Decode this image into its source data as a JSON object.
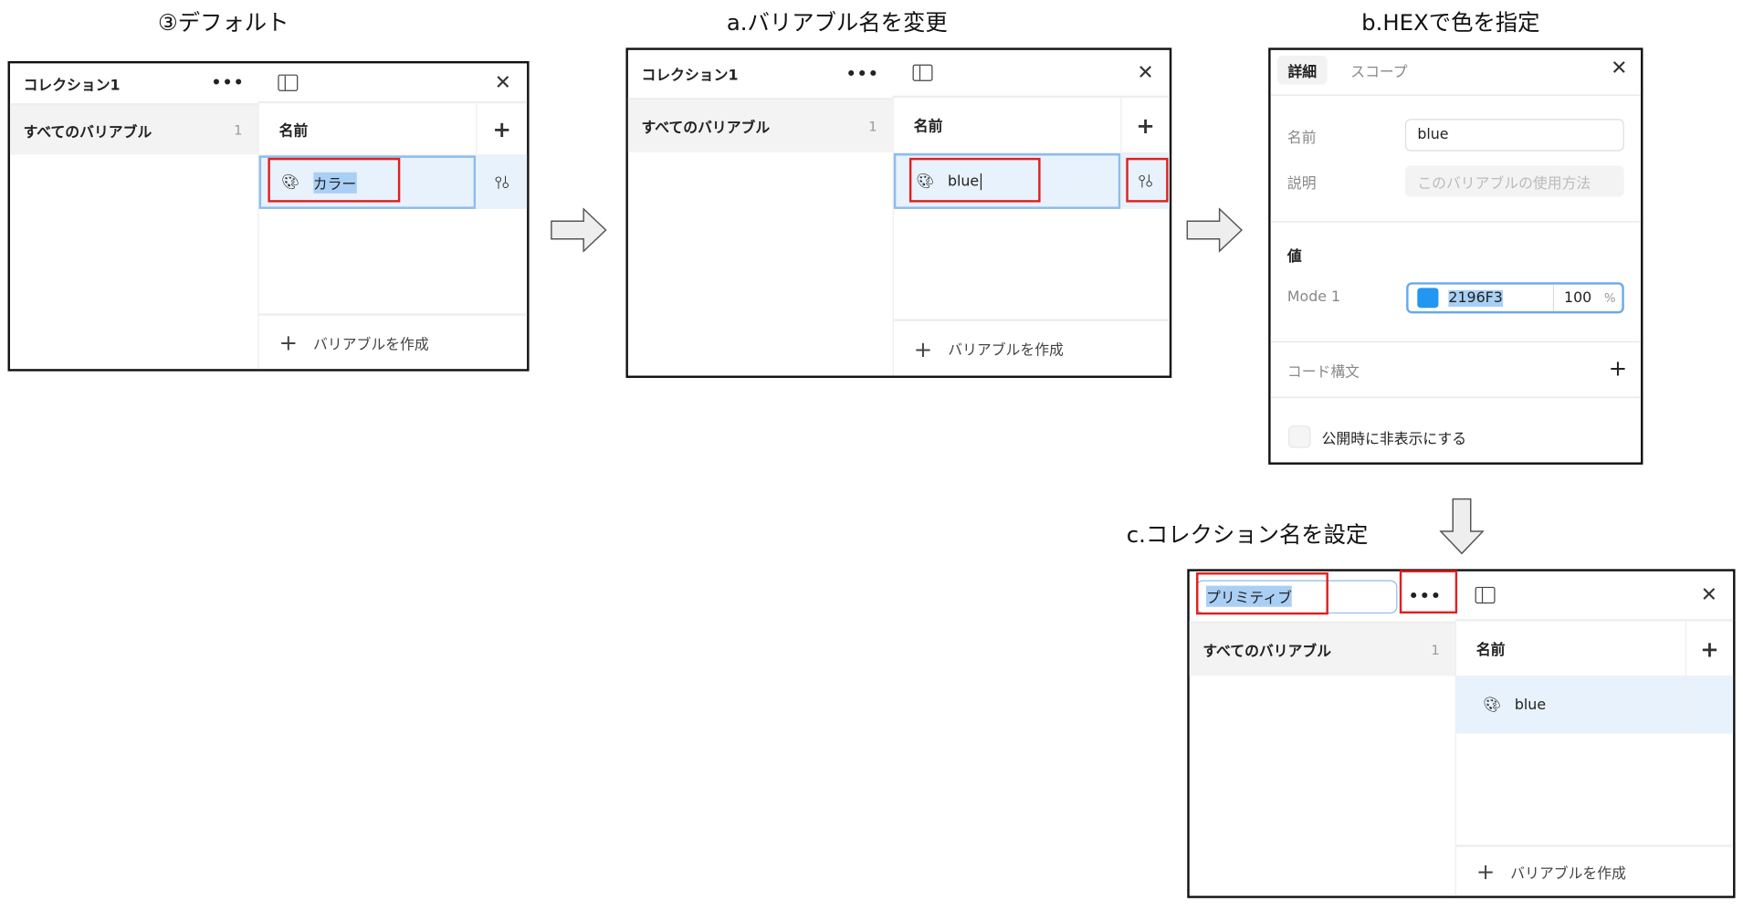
{
  "steps": {
    "default": "③デフォルト",
    "rename": "a.バリアブル名を変更",
    "hex": "b.HEXで色を指定",
    "collection": "c.コレクション名を設定"
  },
  "panel_default": {
    "collection_name": "コレクション1",
    "all_variables": "すべてのバリアブル",
    "count": "1",
    "name_header": "名前",
    "variable_name": "カラー",
    "create_variable": "バリアブルを作成"
  },
  "panel_rename": {
    "collection_name": "コレクション1",
    "all_variables": "すべてのバリアブル",
    "count": "1",
    "name_header": "名前",
    "variable_name": "blue",
    "create_variable": "バリアブルを作成"
  },
  "panel_detail": {
    "tabs": [
      "詳細",
      "スコープ"
    ],
    "name_label": "名前",
    "name_value": "blue",
    "description_label": "説明",
    "description_placeholder": "このバリアブルの使用方法",
    "value_heading": "値",
    "mode_label": "Mode 1",
    "hex_value": "2196F3",
    "color": "#2196F3",
    "opacity": "100",
    "percent": "%",
    "code_syntax": "コード構文",
    "hide_on_publish": "公開時に非表示にする"
  },
  "panel_collection": {
    "collection_name": "プリミティブ",
    "all_variables": "すべてのバリアブル",
    "count": "1",
    "name_header": "名前",
    "variable_name": "blue",
    "create_variable": "バリアブルを作成"
  },
  "icons": {
    "plus": "+",
    "close": "✕",
    "dots": "•••",
    "sliders": "⫯⫯"
  }
}
